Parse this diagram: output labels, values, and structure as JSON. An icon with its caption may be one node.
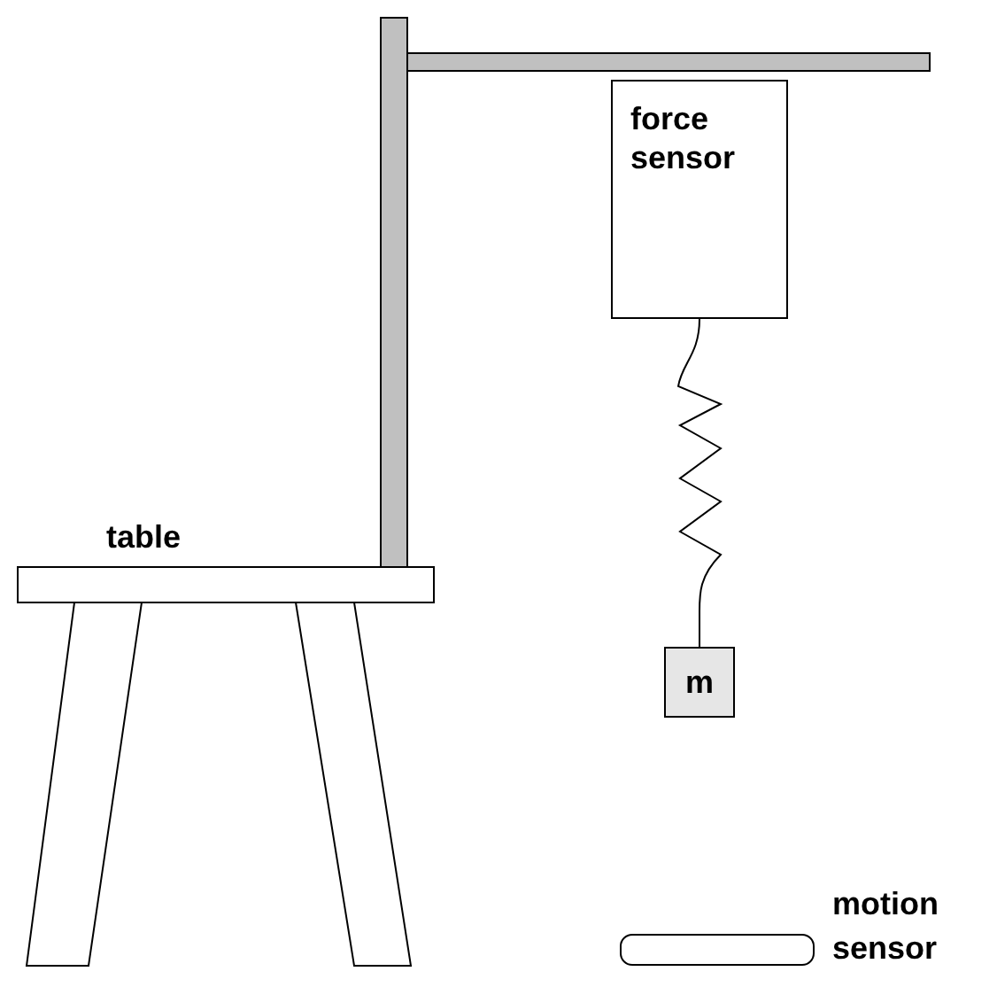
{
  "diagram": {
    "nodes": [
      {
        "text": [
          "force sensor"
        ]
      },
      {
        "text": [
          "m"
        ]
      },
      {
        "text": [
          "motion sensor"
        ]
      }
    ],
    "edges": [
      {
        "from": 0,
        "to": 1,
        "arrow": "none"
      }
    ],
    "labels": [
      "table"
    ]
  }
}
